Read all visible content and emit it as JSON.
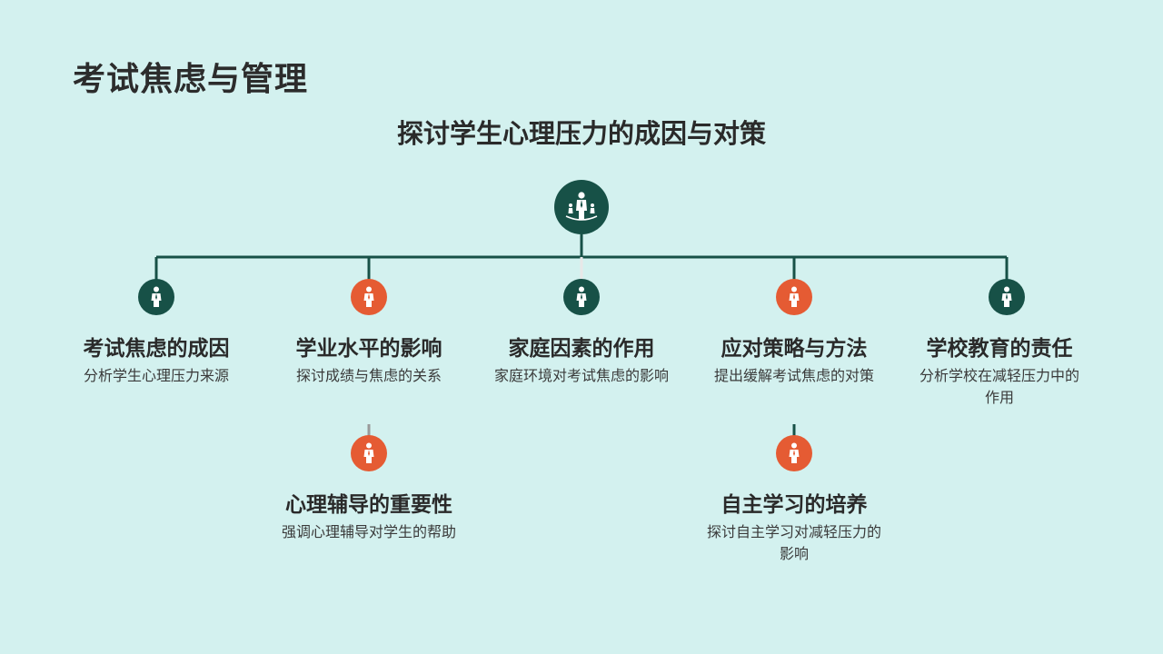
{
  "header": {
    "title": "考试焦虑与管理",
    "subtitle": "探讨学生心理压力的成因与对策"
  },
  "colors": {
    "background": "#d3f1ef",
    "primary_dark": "#175147",
    "accent_orange": "#e55b33",
    "connector_light": "#e8e8e8"
  },
  "diagram": {
    "root": {
      "icon": "person-podium-icon"
    },
    "nodes": [
      {
        "title": "考试焦虑的成因",
        "desc": "分析学生心理压力来源",
        "color": "dark",
        "icon": "person-icon"
      },
      {
        "title": "学业水平的影响",
        "desc": "探讨成绩与焦虑的关系",
        "color": "orange",
        "icon": "person-icon"
      },
      {
        "title": "家庭因素的作用",
        "desc": "家庭环境对考试焦虑的影响",
        "color": "dark",
        "icon": "person-icon"
      },
      {
        "title": "应对策略与方法",
        "desc": "提出缓解考试焦虑的对策",
        "color": "orange",
        "icon": "person-icon"
      },
      {
        "title": "学校教育的责任",
        "desc": "分析学校在减轻压力中的作用",
        "color": "dark",
        "icon": "person-icon"
      },
      {
        "title": "心理辅导的重要性",
        "desc": "强调心理辅导对学生的帮助",
        "color": "orange",
        "icon": "person-icon"
      },
      {
        "title": "自主学习的培养",
        "desc": "探讨自主学习对减轻压力的影响",
        "color": "orange",
        "icon": "person-icon"
      }
    ]
  }
}
